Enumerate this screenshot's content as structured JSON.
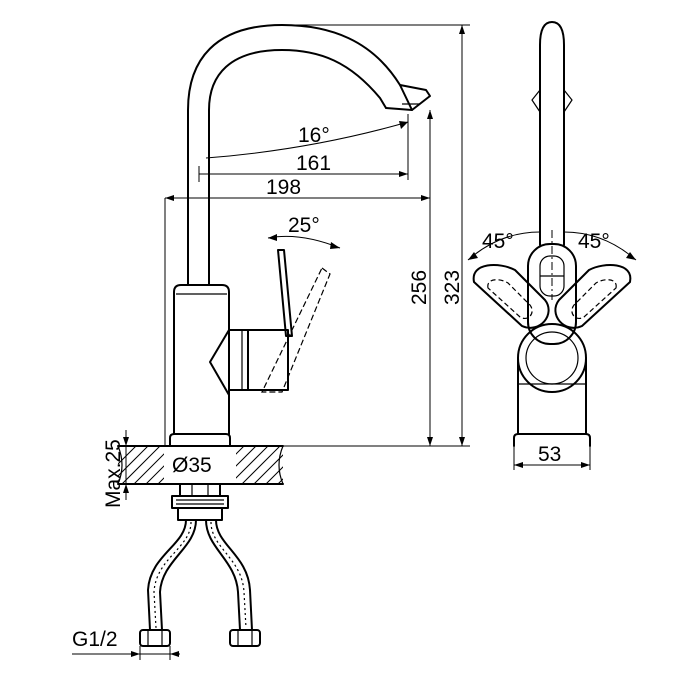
{
  "dimensions": {
    "spout_angle": "16°",
    "spout_reach": "161",
    "overall_reach": "198",
    "lever_angle": "25°",
    "spout_height": "256",
    "total_height": "323",
    "base_diameter": "Ø35",
    "max_thickness": "Max.25",
    "thread": "G1/2",
    "left_angle": "45°",
    "right_angle": "45°",
    "base_width": "53"
  }
}
